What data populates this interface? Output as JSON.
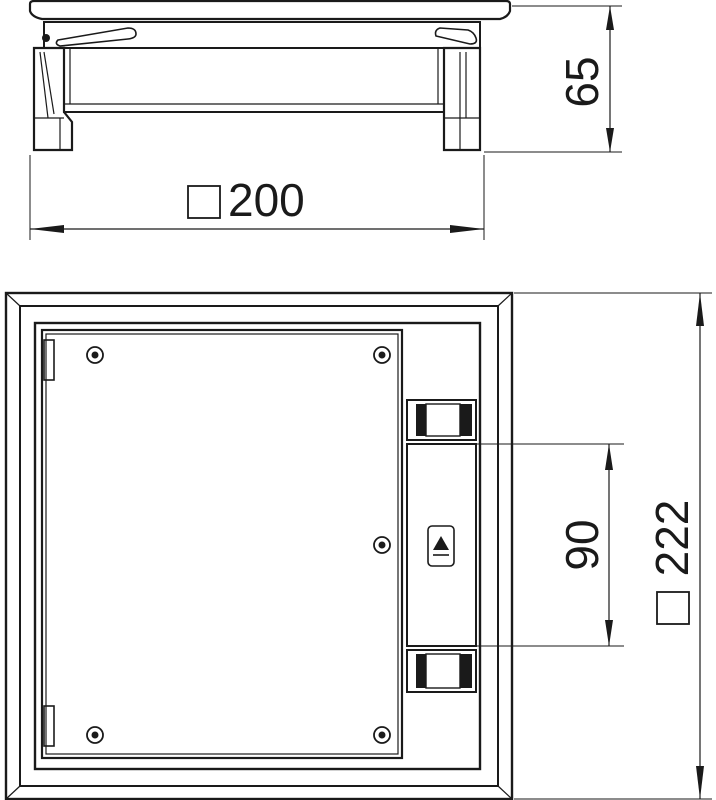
{
  "dimensions": {
    "side_height": "65",
    "side_width": "200",
    "top_outer": "222",
    "top_opening": "90"
  },
  "symbols": {
    "square_symbol": "square-symbol"
  },
  "colors": {
    "line": "#1a1a1a",
    "background": "#ffffff"
  }
}
